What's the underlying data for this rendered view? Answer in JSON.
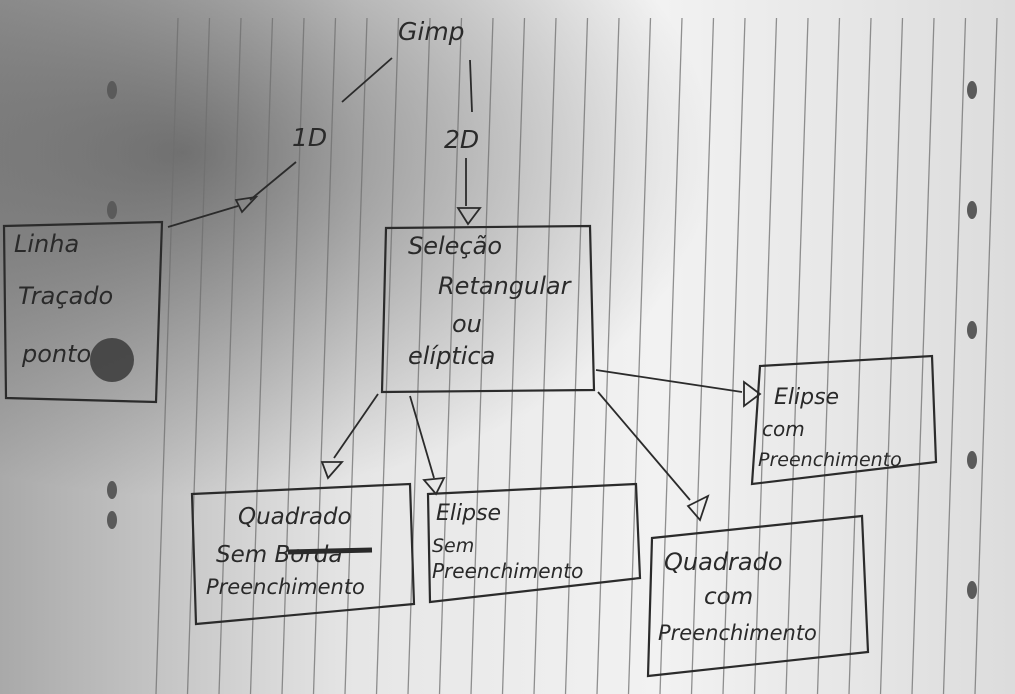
{
  "diagram": {
    "root": {
      "label": "Gimp"
    },
    "edge_labels": {
      "one_d": "1D",
      "two_d": "2D"
    },
    "nodes": {
      "linha": {
        "lines": [
          "Linha",
          "Traçado",
          "ponto"
        ]
      },
      "selecao": {
        "lines": [
          "Seleção",
          "Retangular",
          "ou",
          "elíptica"
        ]
      },
      "elipse_com": {
        "lines": [
          "Elipse",
          "com",
          "Preenchimento"
        ]
      },
      "quadrado_sem": {
        "lines": [
          "Quadrado",
          "Sem Borda",
          "Preenchimento"
        ]
      },
      "elipse_sem": {
        "lines": [
          "Elipse",
          "Sem",
          "Preenchimento"
        ]
      },
      "quadrado_com": {
        "lines": [
          "Quadrado",
          "com",
          "Preenchimento"
        ]
      }
    }
  }
}
